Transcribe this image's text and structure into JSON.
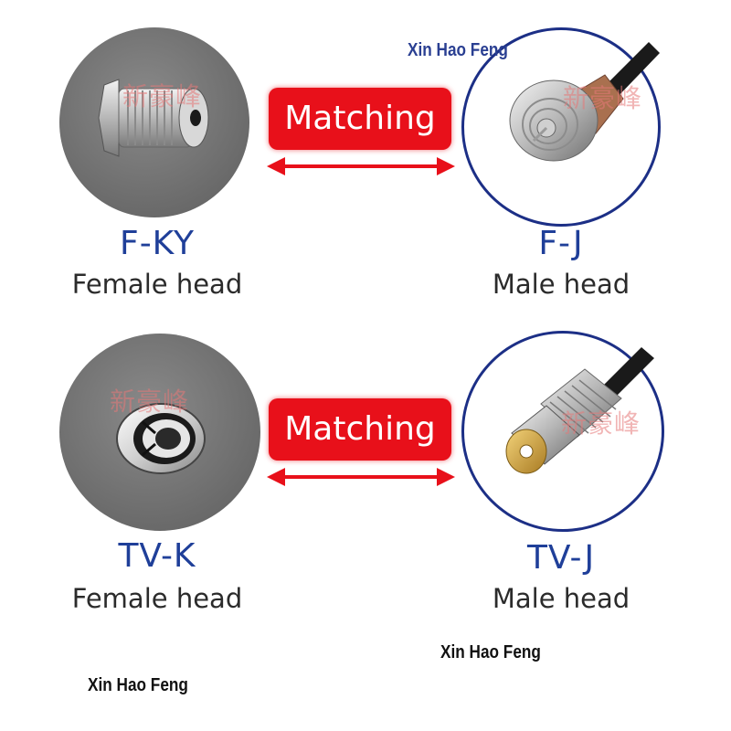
{
  "brand": {
    "top": "Xin Hao Feng",
    "middle_right": "Xin Hao Feng",
    "bottom_left": "Xin Hao Feng"
  },
  "watermark": "新豪峰",
  "rows": [
    {
      "female_code": "F-KY",
      "female_desc": "Female head",
      "badge": "Matching",
      "male_code": "F-J",
      "male_desc": "Male head"
    },
    {
      "female_code": "TV-K",
      "female_desc": "Female head",
      "badge": "Matching",
      "male_code": "TV-J",
      "male_desc": "Male head"
    }
  ],
  "colors": {
    "badge": "#e8101a",
    "arrow": "#e8101a",
    "code_text": "#1f3f99",
    "circle_border": "#1c2f86",
    "circle_fill": "#6f6f6f"
  },
  "icons": [
    "f-female-connector-icon",
    "f-male-connector-icon",
    "tv-female-connector-icon",
    "tv-male-connector-icon",
    "double-arrow-icon"
  ]
}
